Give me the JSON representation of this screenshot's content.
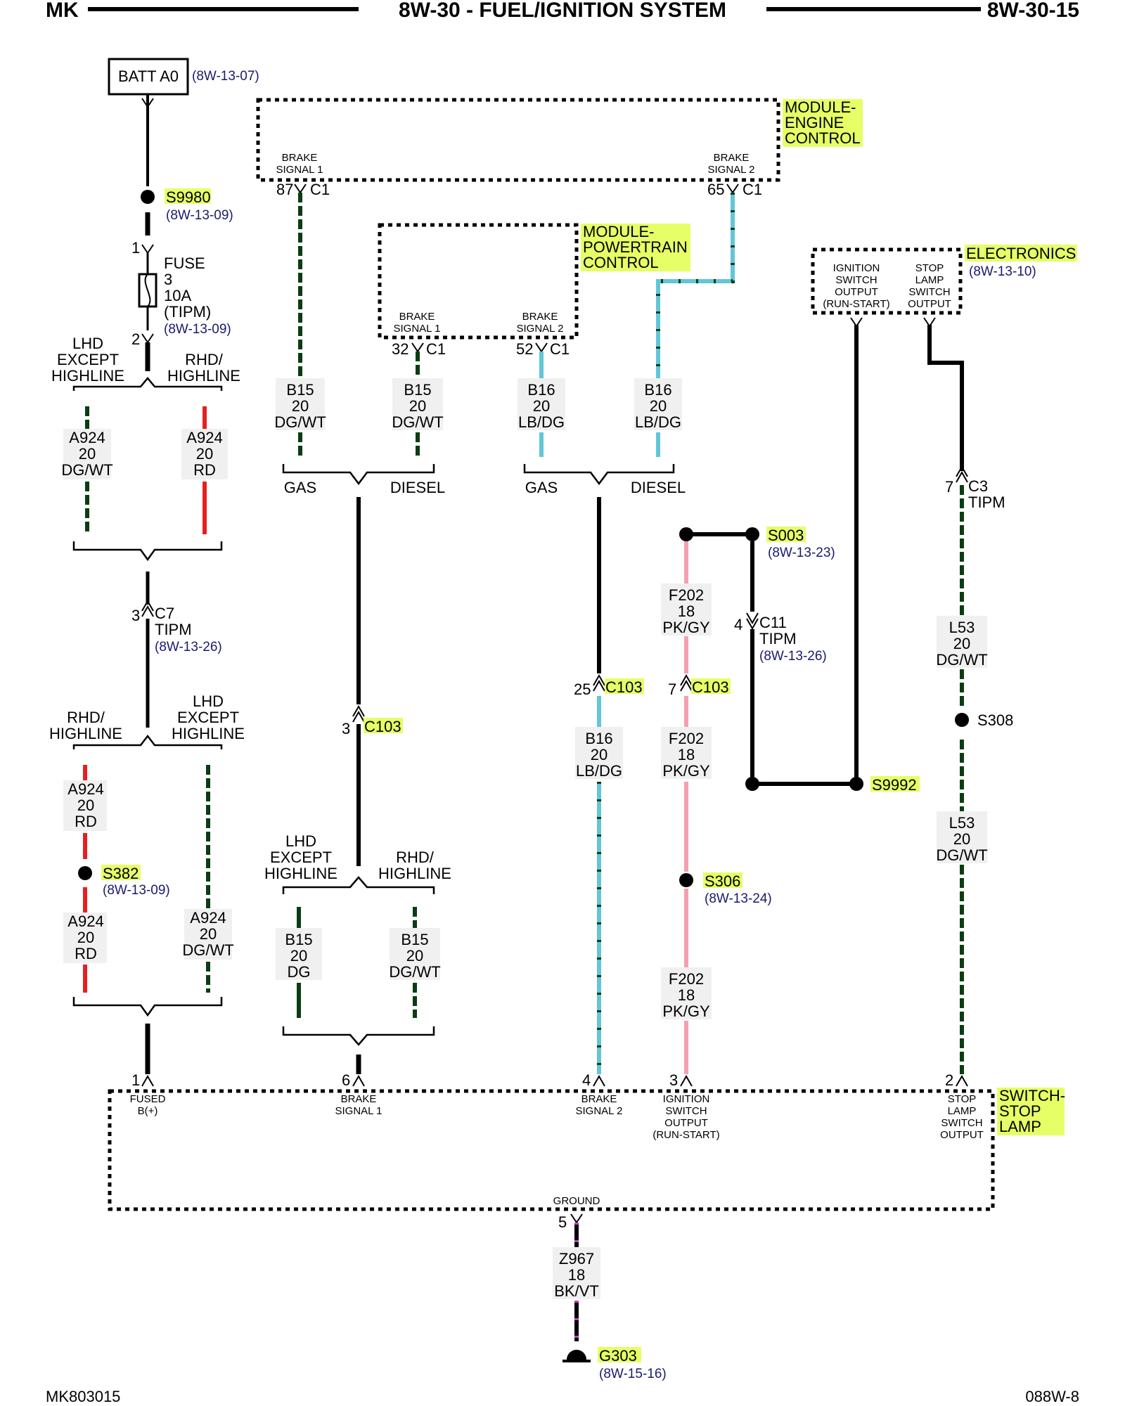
{
  "header": {
    "left": "MK",
    "title": "8W-30 - FUEL/IGNITION SYSTEM",
    "right": "8W-30-15"
  },
  "footer": {
    "left": "MK803015",
    "right": "088W-8"
  },
  "components": {
    "batt": {
      "name": "BATT A0",
      "ref": "(8W-13-07)"
    },
    "s9980": {
      "name": "S9980",
      "ref": "(8W-13-09)"
    },
    "fuse": {
      "pin_top": "1",
      "pin_bottom": "2",
      "line1": "FUSE",
      "line2": "3",
      "line3": "10A",
      "line4": "(TIPM)",
      "ref": "(8W-13-09)"
    },
    "ecm": {
      "name1": "MODULE-",
      "name2": "ENGINE",
      "name3": "CONTROL",
      "pin1_a": "BRAKE",
      "pin1_b": "SIGNAL 1",
      "pin1_num": "87",
      "pin1_conn": "C1",
      "pin2_a": "BRAKE",
      "pin2_b": "SIGNAL 2",
      "pin2_num": "65",
      "pin2_conn": "C1"
    },
    "pcm": {
      "name1": "MODULE-",
      "name2": "POWERTRAIN",
      "name3": "CONTROL",
      "pin1_a": "BRAKE",
      "pin1_b": "SIGNAL 1",
      "pin1_num": "32",
      "pin1_conn": "C1",
      "pin2_a": "BRAKE",
      "pin2_b": "SIGNAL 2",
      "pin2_num": "52",
      "pin2_conn": "C1"
    },
    "electronics": {
      "name": "ELECTRONICS",
      "ref": "(8W-13-10)",
      "pin1_a": "IGNITION",
      "pin1_b": "SWITCH",
      "pin1_c": "OUTPUT",
      "pin1_d": "(RUN-START)",
      "pin2_a": "STOP",
      "pin2_b": "LAMP",
      "pin2_c": "SWITCH",
      "pin2_d": "OUTPUT"
    },
    "switch": {
      "name1": "SWITCH-",
      "name2": "STOP",
      "name3": "LAMP",
      "p1_num": "1",
      "p1_a": "FUSED",
      "p1_b": "B(+)",
      "p6_num": "6",
      "p6_a": "BRAKE",
      "p6_b": "SIGNAL 1",
      "p4_num": "4",
      "p4_a": "BRAKE",
      "p4_b": "SIGNAL 2",
      "p3_num": "3",
      "p3_a": "IGNITION",
      "p3_b": "SWITCH",
      "p3_c": "OUTPUT",
      "p3_d": "(RUN-START)",
      "p2_num": "2",
      "p2_a": "STOP",
      "p2_b": "LAMP",
      "p2_c": "SWITCH",
      "p2_d": "OUTPUT",
      "p5_label": "GROUND",
      "p5_num": "5"
    },
    "g303": {
      "name": "G303",
      "ref": "(8W-15-16)"
    }
  },
  "branches": {
    "lhd_except": [
      "LHD",
      "EXCEPT",
      "HIGHLINE"
    ],
    "rhd_high": [
      "RHD/",
      "HIGHLINE"
    ],
    "gas": "GAS",
    "diesel": "DIESEL"
  },
  "wires": {
    "a924_dgwt": [
      "A924",
      "20",
      "DG/WT"
    ],
    "a924_rd": [
      "A924",
      "20",
      "RD"
    ],
    "b15_dgwt": [
      "B15",
      "20",
      "DG/WT"
    ],
    "b15_dg": [
      "B15",
      "20",
      "DG"
    ],
    "b16_lbdg": [
      "B16",
      "20",
      "LB/DG"
    ],
    "f202": [
      "F202",
      "18",
      "PK/GY"
    ],
    "l53": [
      "L53",
      "20",
      "DG/WT"
    ],
    "z967": [
      "Z967",
      "18",
      "BK/VT"
    ]
  },
  "connectors": {
    "c7": {
      "pin": "3",
      "name": "C7",
      "sub": "TIPM",
      "ref": "(8W-13-26)"
    },
    "c3": {
      "pin": "7",
      "name": "C3",
      "sub": "TIPM"
    },
    "c11": {
      "pin": "4",
      "name": "C11",
      "sub": "TIPM",
      "ref": "(8W-13-26)"
    },
    "c103_a": {
      "pin": "3",
      "name": "C103"
    },
    "c103_b": {
      "pin": "25",
      "name": "C103"
    },
    "c103_c": {
      "pin": "7",
      "name": "C103"
    }
  },
  "splices": {
    "s003": {
      "name": "S003",
      "ref": "(8W-13-23)"
    },
    "s9992": {
      "name": "S9992"
    },
    "s308": {
      "name": "S308"
    },
    "s382": {
      "name": "S382",
      "ref": "(8W-13-09)"
    },
    "s306": {
      "name": "S306",
      "ref": "(8W-13-24)"
    }
  }
}
